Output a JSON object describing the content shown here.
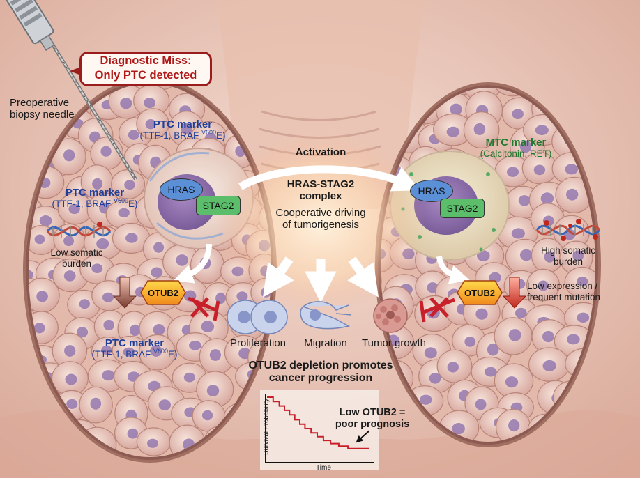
{
  "callout": {
    "line1": "Diagnostic Miss:",
    "line2": "Only PTC detected"
  },
  "needle_label": {
    "line1": "Preoperative",
    "line2": "biopsy needle"
  },
  "ptc_marker": {
    "title": "PTC marker",
    "detail_prefix": "(TTF-1, BRAF ",
    "detail_sup": "V600",
    "detail_suffix": "E)"
  },
  "mtc_marker": {
    "title": "MTC marker",
    "detail": "(Calcitonin, RET)"
  },
  "left_burden": {
    "line1": "Low somatic",
    "line2": "burden"
  },
  "right_burden": {
    "line1": "High somatic",
    "line2": "burden"
  },
  "proteins": {
    "hras": "HRAS",
    "stag2": "STAG2",
    "otub2": "OTUB2"
  },
  "activation_label": "Activation",
  "complex": {
    "line1": "HRAS-STAG2",
    "line2": "complex",
    "desc1": "Cooperative driving",
    "desc2": "of tumorigenesis"
  },
  "outcomes": [
    "Proliferation",
    "Migration",
    "Tumor growth"
  ],
  "right_otub2_note": {
    "line1": "Low expression /",
    "line2": "frequent mutation"
  },
  "depletion": {
    "line1": "OTUB2 depletion promotes",
    "line2": "cancer progression"
  },
  "survival": {
    "ylabel": "Survival Probability",
    "xlabel": "Time",
    "note1": "Low OTUB2 =",
    "note2": "poor prognosis",
    "curve": [
      [
        0,
        1.0
      ],
      [
        0.06,
        1.0
      ],
      [
        0.06,
        0.93
      ],
      [
        0.12,
        0.93
      ],
      [
        0.12,
        0.86
      ],
      [
        0.17,
        0.86
      ],
      [
        0.17,
        0.79
      ],
      [
        0.22,
        0.79
      ],
      [
        0.22,
        0.72
      ],
      [
        0.27,
        0.72
      ],
      [
        0.27,
        0.64
      ],
      [
        0.32,
        0.64
      ],
      [
        0.32,
        0.57
      ],
      [
        0.37,
        0.57
      ],
      [
        0.37,
        0.5
      ],
      [
        0.43,
        0.5
      ],
      [
        0.43,
        0.43
      ],
      [
        0.49,
        0.43
      ],
      [
        0.49,
        0.37
      ],
      [
        0.55,
        0.37
      ],
      [
        0.55,
        0.31
      ],
      [
        0.62,
        0.31
      ],
      [
        0.62,
        0.26
      ],
      [
        0.7,
        0.26
      ],
      [
        0.7,
        0.22
      ],
      [
        0.79,
        0.22
      ],
      [
        0.79,
        0.18
      ],
      [
        1.0,
        0.18
      ]
    ]
  },
  "colors": {
    "activation_arrow": "#f2f2f2",
    "callout_border": "#9b1c1c",
    "inhibit": "#c8202a",
    "curve": "#c8202a"
  }
}
